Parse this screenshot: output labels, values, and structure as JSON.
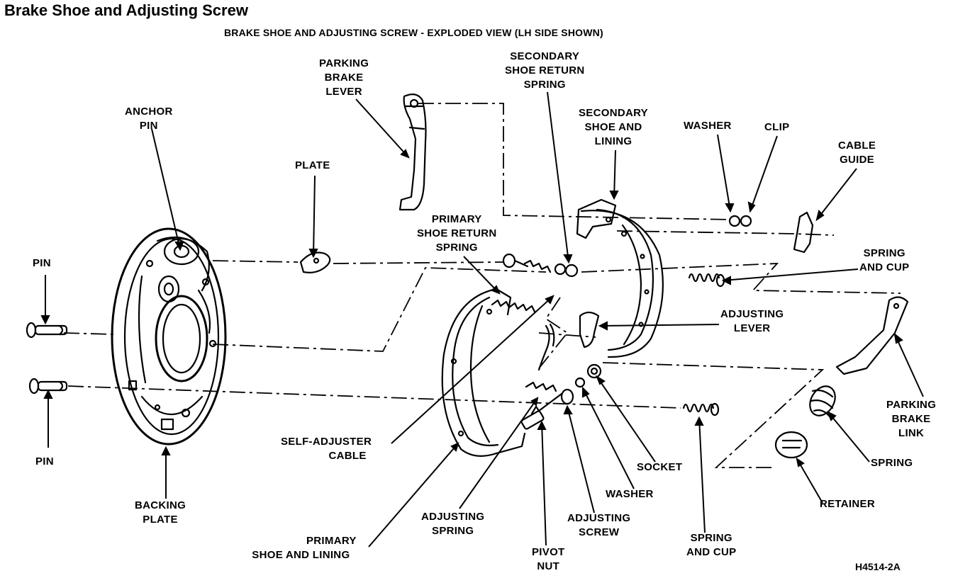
{
  "header": {
    "title": "Brake Shoe and Adjusting Screw",
    "subtitle": "BRAKE SHOE AND ADJUSTING SCREW - EXPLODED VIEW (LH SIDE SHOWN)"
  },
  "labels": {
    "parking_brake_lever": [
      "PARKING",
      "BRAKE",
      "LEVER"
    ],
    "secondary_shoe_return_spring": [
      "SECONDARY",
      "SHOE RETURN",
      "SPRING"
    ],
    "secondary_shoe_and_lining": [
      "SECONDARY",
      "SHOE AND",
      "LINING"
    ],
    "washer_top": [
      "WASHER"
    ],
    "clip": [
      "CLIP"
    ],
    "cable_guide": [
      "CABLE",
      "GUIDE"
    ],
    "anchor_pin": [
      "ANCHOR",
      "PIN"
    ],
    "plate": [
      "PLATE"
    ],
    "primary_shoe_return_spring": [
      "PRIMARY",
      "SHOE RETURN",
      "SPRING"
    ],
    "spring_and_cup_top": [
      "SPRING",
      "AND CUP"
    ],
    "pin_top": [
      "PIN"
    ],
    "adjusting_lever": [
      "ADJUSTING",
      "LEVER"
    ],
    "parking_brake_link": [
      "PARKING",
      "BRAKE",
      "LINK"
    ],
    "pin_bottom": [
      "PIN"
    ],
    "self_adjuster_cable": [
      "SELF-ADJUSTER",
      "CABLE"
    ],
    "socket": [
      "SOCKET"
    ],
    "spring_right": [
      "SPRING"
    ],
    "washer_bottom": [
      "WASHER"
    ],
    "retainer": [
      "RETAINER"
    ],
    "backing_plate": [
      "BACKING",
      "PLATE"
    ],
    "adjusting_spring": [
      "ADJUSTING",
      "SPRING"
    ],
    "adjusting_screw": [
      "ADJUSTING",
      "SCREW"
    ],
    "spring_and_cup_bottom": [
      "SPRING",
      "AND CUP"
    ],
    "primary_shoe_and_lining": [
      "PRIMARY",
      "SHOE AND LINING"
    ],
    "pivot_nut": [
      "PIVOT",
      "NUT"
    ]
  },
  "figure_code": "H4514-2A"
}
